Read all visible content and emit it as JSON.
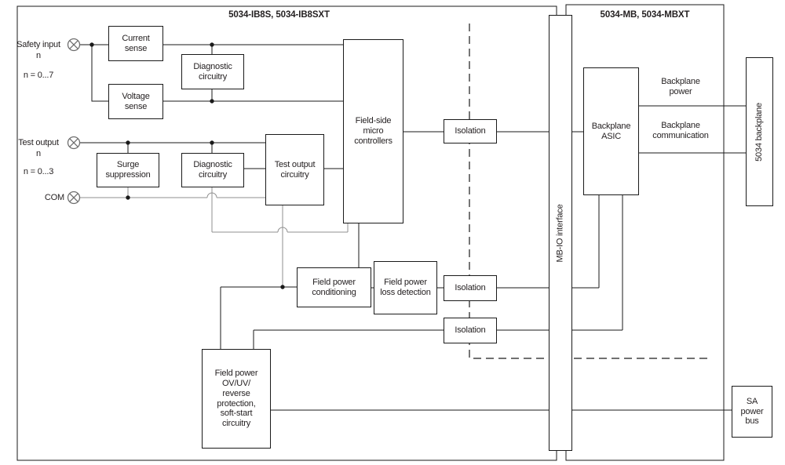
{
  "diagram": {
    "left_module": {
      "title": "5034-IB8S, 5034-IB8SXT"
    },
    "right_module": {
      "title": "5034-MB, 5034-MBXT"
    },
    "terminals": {
      "safety_input": {
        "label": "Safety input",
        "sub": "n",
        "range": "n = 0...7"
      },
      "test_output": {
        "label": "Test output",
        "sub": "n",
        "range": "n = 0...3"
      },
      "com": {
        "label": "COM"
      }
    },
    "blocks": {
      "current_sense": "Current sense",
      "diagnostic_top": "Diagnostic circuitry",
      "voltage_sense": "Voltage sense",
      "surge_suppression": "Surge suppression",
      "diagnostic_bottom": "Diagnostic circuitry",
      "test_output_circuitry": "Test output circuitry",
      "field_side_micro": "Field-side micro controllers",
      "isolation_1": "Isolation",
      "isolation_2": "Isolation",
      "isolation_3": "Isolation",
      "field_power_conditioning": "Field power conditioning",
      "field_power_loss": "Field power loss detection",
      "field_power_protection": "Field power OV/UV/ reverse protection, soft-start circuitry",
      "mb_io_interface": "MB-IO interface",
      "backplane_asic": "Backplane ASIC",
      "backplane_5034": "5034 backplane",
      "sa_power_bus": "SA power bus"
    },
    "wire_labels": {
      "backplane_power": "Backplane power",
      "backplane_communication": "Backplane communication"
    },
    "colors": {
      "line": "#1a1a1a",
      "gray_line": "#8f8f8f",
      "text": "#231f20",
      "background": "#ffffff"
    }
  }
}
